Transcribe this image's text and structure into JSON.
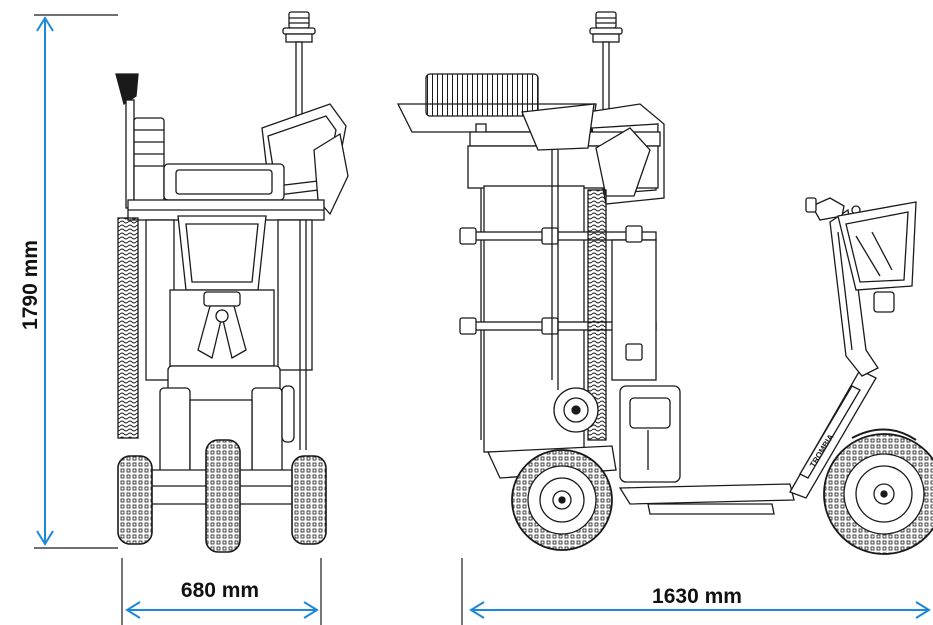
{
  "dimensions": {
    "height": {
      "label": "1790 mm"
    },
    "front_width": {
      "label": "680 mm"
    },
    "side_length": {
      "label": "1630 mm"
    }
  },
  "branding": {
    "deck_text": "TROMBIA"
  },
  "colors": {
    "dimension_arrow": "#1e88d8",
    "line_art": "#1a1a1a",
    "background": "#ffffff"
  }
}
